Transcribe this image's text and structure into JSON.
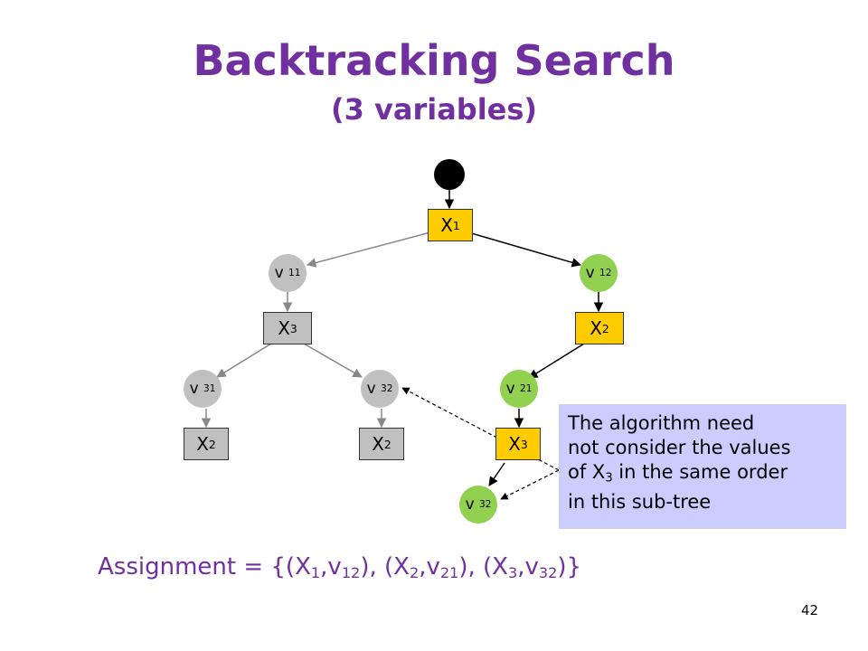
{
  "title": "Backtracking Search",
  "subtitle": "(3 variables)",
  "tree": {
    "root_var": {
      "name": "X",
      "sub": "1"
    },
    "v11": {
      "name": "v",
      "sub": "11"
    },
    "v12": {
      "name": "v",
      "sub": "12"
    },
    "x3_left": {
      "name": "X",
      "sub": "3"
    },
    "x2_right": {
      "name": "X",
      "sub": "2"
    },
    "v31": {
      "name": "v",
      "sub": "31"
    },
    "v32_left": {
      "name": "v",
      "sub": "32"
    },
    "v21": {
      "name": "v",
      "sub": "21"
    },
    "x2_a": {
      "name": "X",
      "sub": "2"
    },
    "x2_b": {
      "name": "X",
      "sub": "2"
    },
    "x3_right": {
      "name": "X",
      "sub": "3"
    },
    "v32_right": {
      "name": "v",
      "sub": "32"
    }
  },
  "note": {
    "line1": "The algorithm need",
    "line2": "not consider the values",
    "line3_pre": "of X",
    "line3_sub": "3",
    "line3_post": " in the same order",
    "line4": "in this sub-tree"
  },
  "assignment": {
    "prefix": "Assignment = {(X",
    "s1": "1",
    "m1": ",v",
    "s2": "12",
    "m2": "), (X",
    "s3": "2",
    "m3": ",v",
    "s4": "21",
    "m4": "), (X",
    "s5": "3",
    "m5": ",v",
    "s6": "32",
    "suffix": ")}"
  },
  "page_number": "42",
  "colors": {
    "title": "#7030a0",
    "yellow_box": "#ffcc00",
    "grey_node": "#c0c0c0",
    "green_node": "#92d050",
    "note_bg": "#ccccff"
  }
}
